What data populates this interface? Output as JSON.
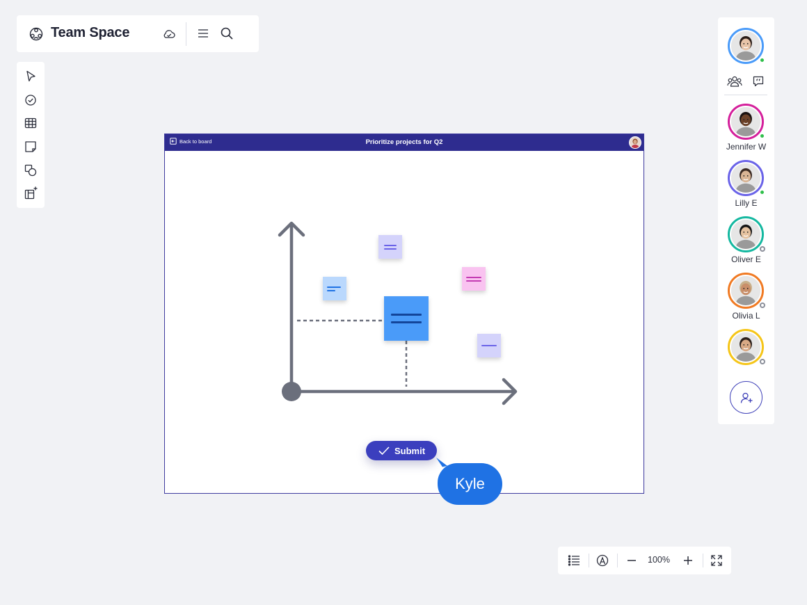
{
  "header": {
    "title": "Team Space",
    "icons": [
      "team-logo-icon",
      "cloud-sync-icon",
      "menu-icon",
      "search-icon"
    ]
  },
  "toolbar": {
    "tools": [
      {
        "name": "select-tool",
        "icon": "pointer-icon"
      },
      {
        "name": "task-tool",
        "icon": "check-circle-icon"
      },
      {
        "name": "table-tool",
        "icon": "table-icon"
      },
      {
        "name": "sticky-note-tool",
        "icon": "sticky-note-icon"
      },
      {
        "name": "shapes-tool",
        "icon": "shapes-icon"
      },
      {
        "name": "add-frame-tool",
        "icon": "add-frame-icon"
      }
    ]
  },
  "frame": {
    "back_label": "Back to board",
    "title": "Prioritize projects for Q2"
  },
  "chart_data": {
    "type": "scatter",
    "title": "",
    "xlabel": "",
    "ylabel": "",
    "grid": false,
    "items": [
      {
        "kind": "sticky",
        "color": "#d4d3fb",
        "line_color": "#6a63e8"
      },
      {
        "kind": "sticky",
        "color": "#bad8fd",
        "line_color": "#1f72e4"
      },
      {
        "kind": "sticky",
        "color": "#f9c3f0",
        "line_color": "#c43bb3"
      },
      {
        "kind": "sticky-highlighted",
        "color": "#4a9bf9",
        "line_color": "#13459a"
      },
      {
        "kind": "sticky",
        "color": "#d4d3fb",
        "line_color": "#6a63e8"
      }
    ]
  },
  "submit": {
    "label": "Submit"
  },
  "cursor": {
    "name": "Kyle",
    "color": "#1f72e4"
  },
  "people": {
    "icons": [
      "team-icon",
      "chat-icon"
    ],
    "members": [
      {
        "name": "",
        "ring": "#4a9bf9",
        "status": "online"
      },
      {
        "name": "Jennifer W",
        "ring": "#d41f9b",
        "status": "online"
      },
      {
        "name": "Lilly E",
        "ring": "#6a63e8",
        "status": "online"
      },
      {
        "name": "Oliver E",
        "ring": "#14b8a0",
        "status": "away"
      },
      {
        "name": "Olivia L",
        "ring": "#f07a23",
        "status": "away"
      },
      {
        "name": "",
        "ring": "#f5c518",
        "status": "away"
      }
    ],
    "invite_icon": "add-user-icon"
  },
  "zoombar": {
    "zoom": "100%",
    "icons": [
      "list-icon",
      "autodraw-icon",
      "zoom-out-icon",
      "zoom-in-icon",
      "fullscreen-icon"
    ]
  },
  "colors": {
    "accent": "#3b3fbe",
    "frame_header": "#2e2c8f",
    "axis": "#6b6f7c",
    "background": "#f1f2f5"
  }
}
